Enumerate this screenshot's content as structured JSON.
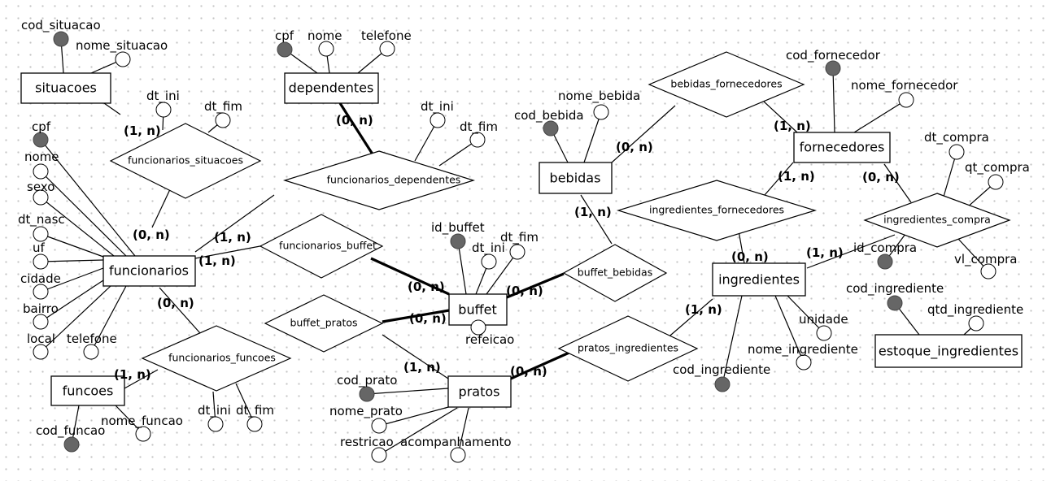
{
  "entities": {
    "situacoes": "situacoes",
    "dependentes": "dependentes",
    "funcionarios": "funcionarios",
    "funcoes": "funcoes",
    "bebidas": "bebidas",
    "buffet": "buffet",
    "pratos": "pratos",
    "fornecedores": "fornecedores",
    "ingredientes": "ingredientes",
    "estoque_ingredientes": "estoque_ingredientes"
  },
  "relationships": {
    "funcionarios_situacoes": "funcionarios_situacoes",
    "funcionarios_dependentes": "funcionarios_dependentes",
    "funcionarios_buffet": "funcionarios_buffet",
    "funcionarios_funcoes": "funcionarios_funcoes",
    "bebidas_fornecedores": "bebidas_fornecedores",
    "ingredientes_fornecedores": "ingredientes_fornecedores",
    "ingredientes_compra": "ingredientes_compra",
    "buffet_bebidas": "buffet_bebidas",
    "buffet_pratos": "buffet_pratos",
    "pratos_ingredientes": "pratos_ingredientes"
  },
  "attributes": {
    "situacoes": {
      "cod_situacao": "cod_situacao",
      "nome_situacao": "nome_situacao"
    },
    "dependentes": {
      "cpf": "cpf",
      "nome": "nome",
      "telefone": "telefone"
    },
    "funcionarios_situacoes": {
      "dt_ini": "dt_ini",
      "dt_fim": "dt_fim"
    },
    "funcionarios_dependentes": {
      "dt_ini": "dt_ini",
      "dt_fim": "dt_fim"
    },
    "funcionarios": {
      "cpf": "cpf",
      "nome": "nome",
      "sexo": "sexo",
      "dt_nasc": "dt_nasc",
      "uf": "uf",
      "cidade": "cidade",
      "bairro": "bairro",
      "local": "local",
      "telefone": "telefone"
    },
    "funcoes": {
      "cod_funcao": "cod_funcao",
      "nome_funcao": "nome_funcao"
    },
    "funcionarios_funcoes": {
      "dt_ini": "dt_ini",
      "dt_fim": "dt_fim"
    },
    "bebidas": {
      "cod_bebida": "cod_bebida",
      "nome_bebida": "nome_bebida"
    },
    "buffet": {
      "id_buffet": "id_buffet",
      "dt_ini": "dt_ini",
      "dt_fim": "dt_fim",
      "refeicao": "refeicao"
    },
    "pratos": {
      "cod_prato": "cod_prato",
      "nome_prato": "nome_prato",
      "restricao": "restricao",
      "acompanhamento": "acompanhamento"
    },
    "fornecedores": {
      "cod_fornecedor": "cod_fornecedor",
      "nome_fornecedor": "nome_fornecedor"
    },
    "ingredientes_compra": {
      "dt_compra": "dt_compra",
      "qt_compra": "qt_compra",
      "id_compra": "id_compra",
      "vl_compra": "vl_compra"
    },
    "ingredientes": {
      "unidade": "unidade",
      "nome_ingrediente": "nome_ingrediente",
      "cod_ingrediente": "cod_ingrediente"
    },
    "estoque_ingredientes": {
      "cod_ingrediente": "cod_ingrediente",
      "qtd_ingrediente": "qtd_ingrediente"
    }
  },
  "cardinalities": {
    "situacoes_fs": "(1, n)",
    "funcionarios_fs": "(0, n)",
    "dependentes_fd": "(0, n)",
    "funcionarios_fd": "(1, n)",
    "funcionarios_fb": "(1, n)",
    "buffet_fb": "(0, n)",
    "funcionarios_ff": "(0, n)",
    "funcoes_ff": "(1, n)",
    "buffet_bp": "(0, n)",
    "pratos_bp": "(1, n)",
    "buffet_bb": "(0, n)",
    "bebidas_bb": "(1, n)",
    "bebidas_bf": "(0, n)",
    "fornecedores_bf": "(1, n)",
    "fornecedores_if": "(1, n)",
    "ingredientes_if": "(0, n)",
    "fornecedores_ic": "(0, n)",
    "ingredientes_ic": "(1, n)",
    "pratos_pi": "(0, n)",
    "ingredientes_pi": "(1, n)"
  }
}
